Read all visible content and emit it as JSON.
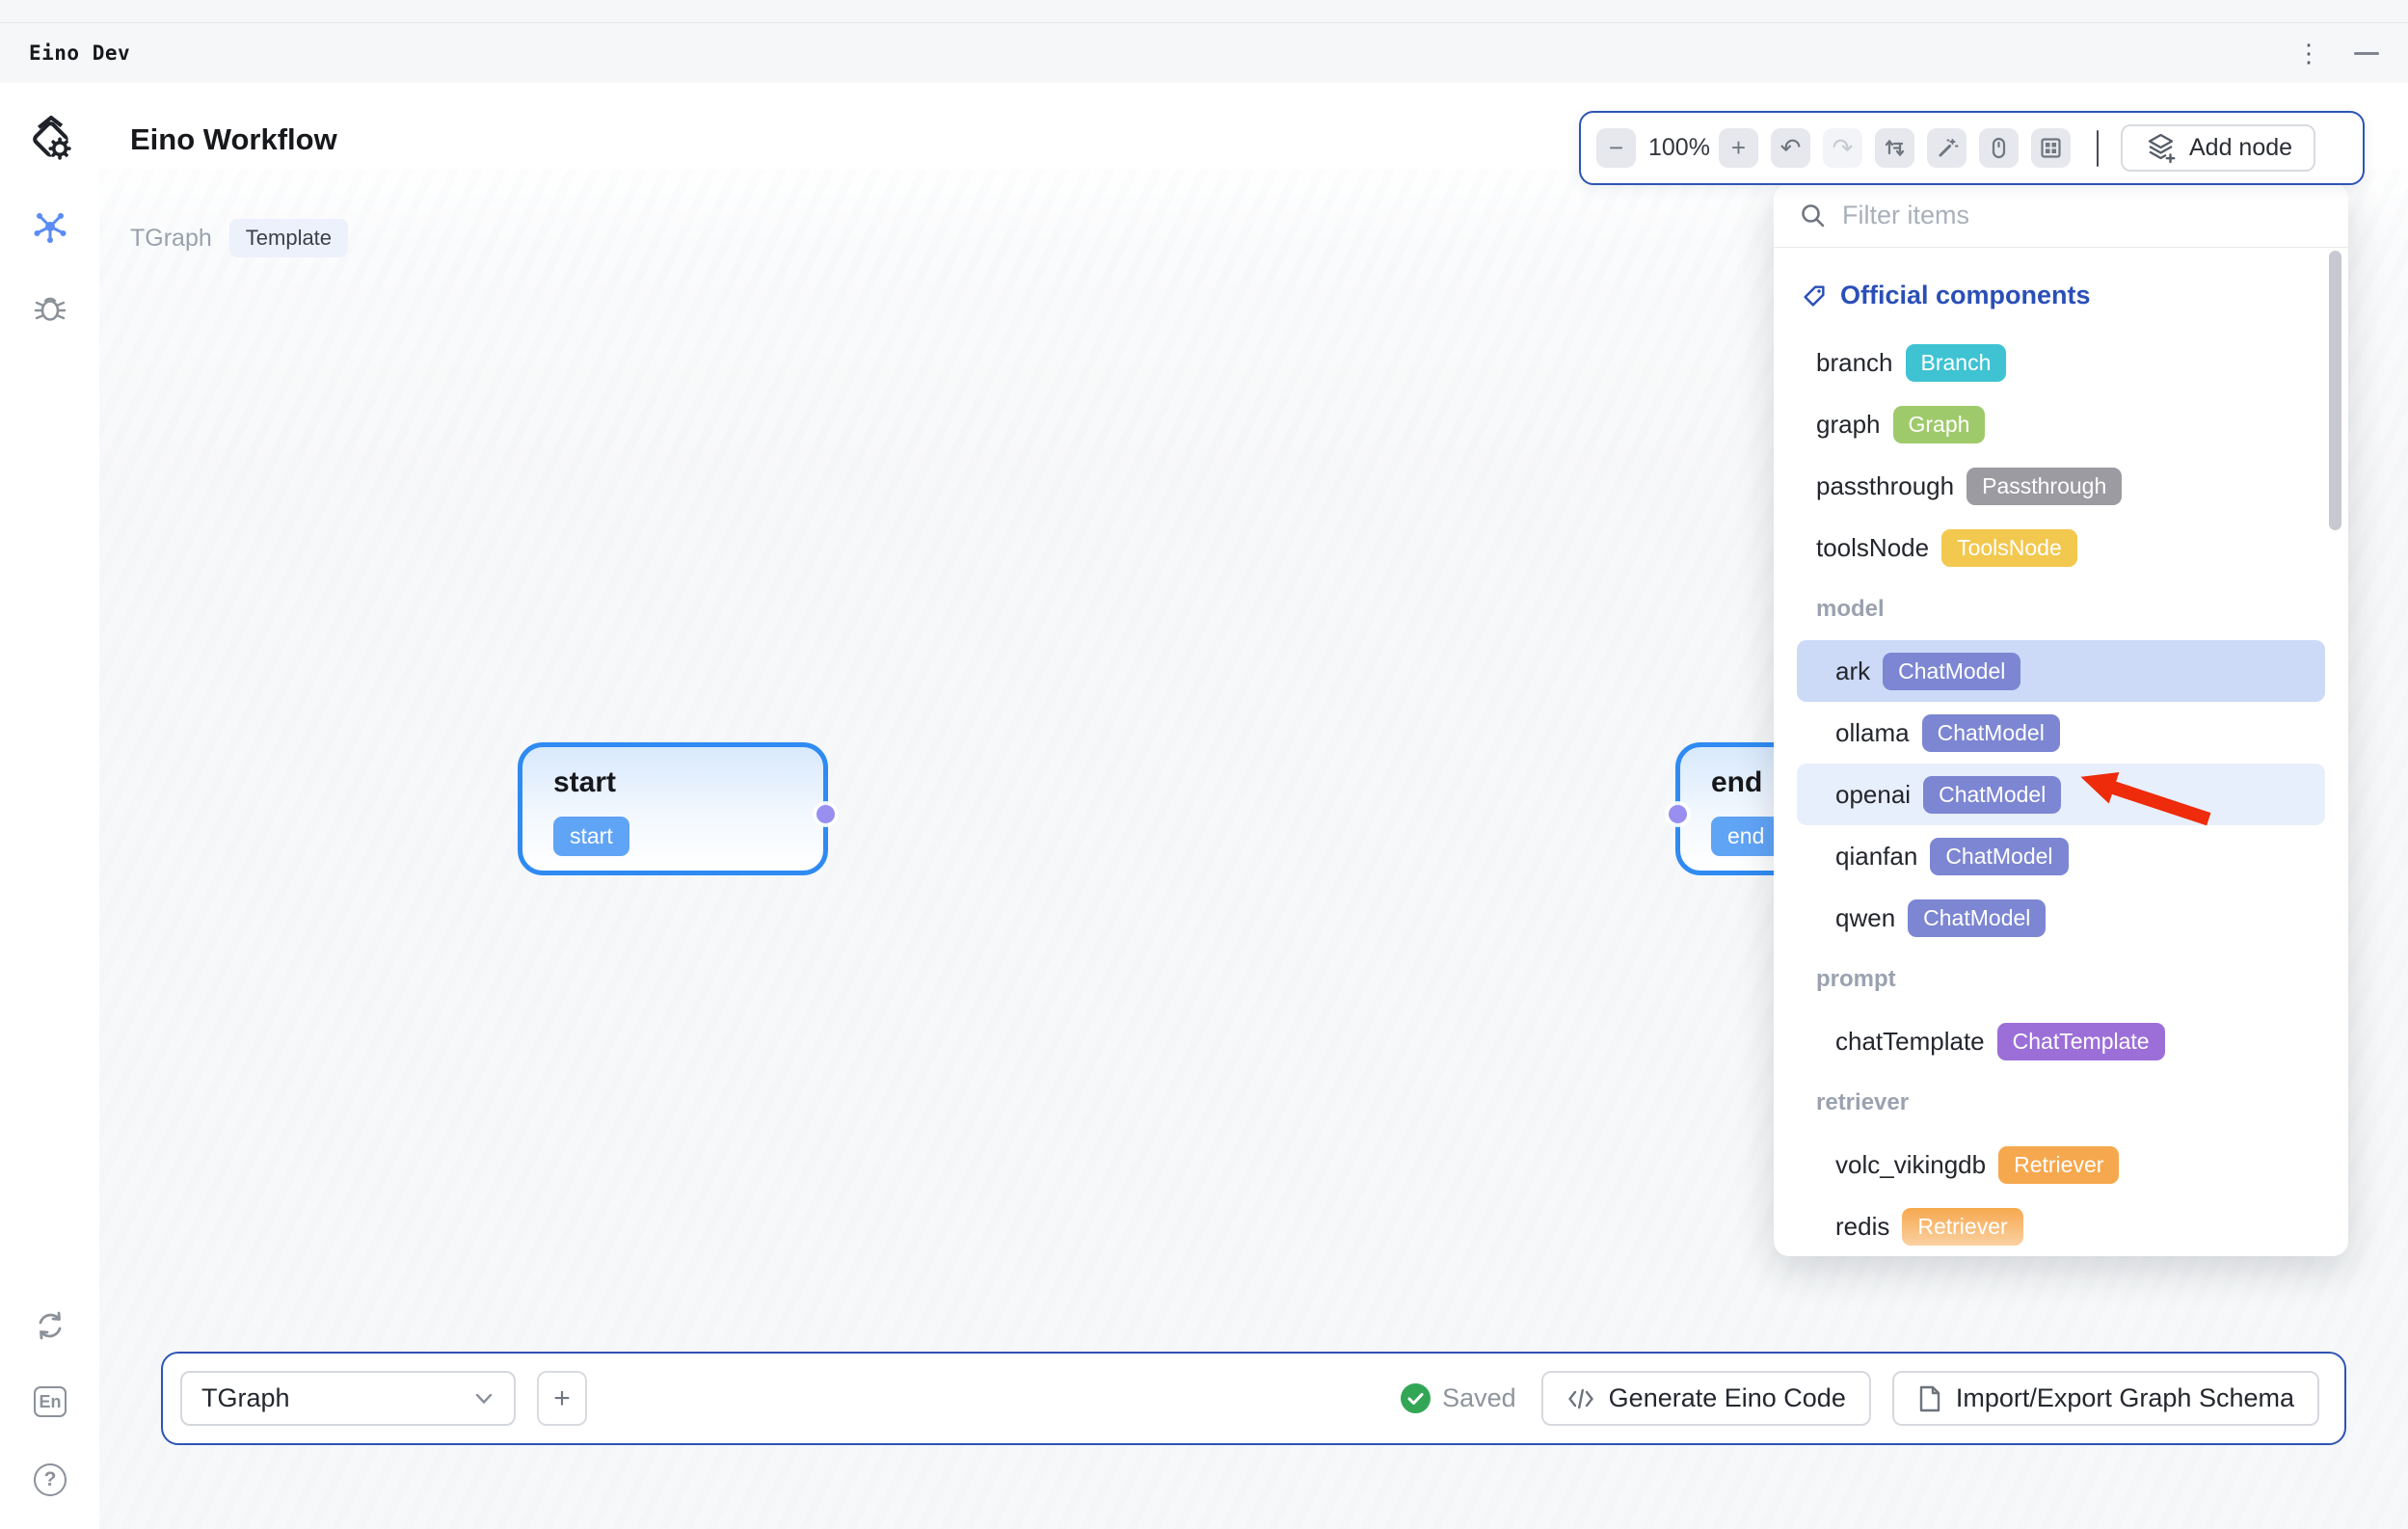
{
  "window": {
    "title": "Eino Dev"
  },
  "icons": {
    "minus": "−",
    "plus": "+",
    "undo": "↶",
    "redo": "↷",
    "kebab": "⋮"
  },
  "header": {
    "title": "Eino Workflow",
    "graph_name": "TGraph",
    "template_chip": "Template"
  },
  "sidebar": {
    "lang_label": "En",
    "help_label": "?"
  },
  "toolbar": {
    "zoom": "100%",
    "add_node": "Add node"
  },
  "panel": {
    "filter_placeholder": "Filter items",
    "heading": "Official components",
    "sections": [
      {
        "label": "",
        "items": [
          {
            "name": "branch",
            "badge": "Branch",
            "badge_color": "#3fc3d2"
          },
          {
            "name": "graph",
            "badge": "Graph",
            "badge_color": "#9fca6b"
          },
          {
            "name": "passthrough",
            "badge": "Passthrough",
            "badge_color": "#9b9ba1"
          },
          {
            "name": "toolsNode",
            "badge": "ToolsNode",
            "badge_color": "#f3c84f"
          }
        ]
      },
      {
        "label": "model",
        "items": [
          {
            "name": "ark",
            "badge": "ChatModel",
            "badge_color": "#7c86d2",
            "highlight": "strong"
          },
          {
            "name": "ollama",
            "badge": "ChatModel",
            "badge_color": "#7c86d2"
          },
          {
            "name": "openai",
            "badge": "ChatModel",
            "badge_color": "#7c86d2",
            "highlight": "light",
            "arrow": true
          },
          {
            "name": "qianfan",
            "badge": "ChatModel",
            "badge_color": "#7c86d2"
          },
          {
            "name": "qwen",
            "badge": "ChatModel",
            "badge_color": "#7c86d2"
          }
        ]
      },
      {
        "label": "prompt",
        "items": [
          {
            "name": "chatTemplate",
            "badge": "ChatTemplate",
            "badge_color": "#9c6fd8"
          }
        ]
      },
      {
        "label": "retriever",
        "items": [
          {
            "name": "volc_vikingdb",
            "badge": "Retriever",
            "badge_color": "#f6a84f"
          },
          {
            "name": "redis",
            "badge": "Retriever",
            "badge_color": "#f6a84f",
            "faded": true
          }
        ]
      }
    ]
  },
  "canvas": {
    "nodes": [
      {
        "title": "start",
        "badge": "start"
      },
      {
        "title": "end",
        "badge": "end"
      }
    ]
  },
  "footer": {
    "graph_select": "TGraph",
    "add_button": "+",
    "saved": "Saved",
    "generate": "Generate Eino Code",
    "import_export": "Import/Export Graph Schema"
  },
  "colors": {
    "accent_border": "#2e54b4",
    "heading_blue": "#2a4fb7",
    "node_border": "#2f8bf2",
    "node_badge": "#60a4f6",
    "port_purple": "#988ff0",
    "highlight_strong": "#ccdaf8",
    "highlight_light": "#e8effc",
    "arrow_red": "#ee2b0b",
    "saved_green": "#33a656"
  }
}
